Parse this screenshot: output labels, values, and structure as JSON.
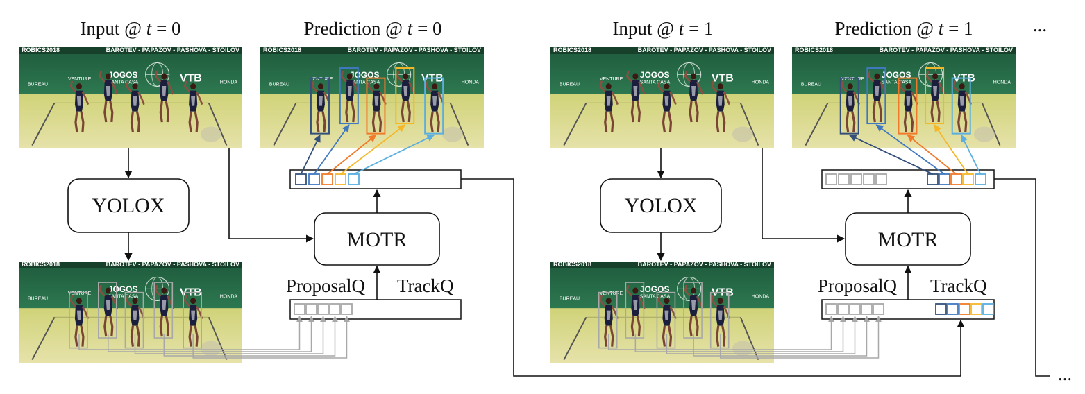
{
  "headers": {
    "input_t0": "Input @ t = 0",
    "prediction_t0": "Prediction @ t = 0",
    "input_t1": "Input @ t = 1",
    "prediction_t1": "Prediction @ t = 1",
    "continuation_top": "...",
    "continuation_bottom": "..."
  },
  "blocks": {
    "yolox_t0": "YOLOX",
    "motr_t0": "MOTR",
    "yolox_t1": "YOLOX",
    "motr_t1": "MOTR"
  },
  "query_labels": {
    "proposal_t0": "ProposalQ",
    "track_t0": "TrackQ",
    "proposal_t1": "ProposalQ",
    "track_t1": "TrackQ"
  },
  "photo_text": {
    "banner_left": "ROBICS2018",
    "banner_right": "BAROTEV - PAPAZOV - PASHOVA - STOILOV",
    "sponsor_jogos": "JOGOS",
    "sponsor_casa": "SANTA CASA",
    "sponsor_vtb": "VTB",
    "sponsor_venture": "VENTURE",
    "sponsor_honda": "HONDA",
    "sponsor_bureau": "BUREAU"
  },
  "colors": {
    "track_1": "#34507a",
    "track_2": "#3f78c0",
    "track_3": "#f07a2a",
    "track_4": "#f5b728",
    "track_5": "#5aaee0",
    "proposal": "#a8a8a8",
    "stroke": "#111111"
  }
}
